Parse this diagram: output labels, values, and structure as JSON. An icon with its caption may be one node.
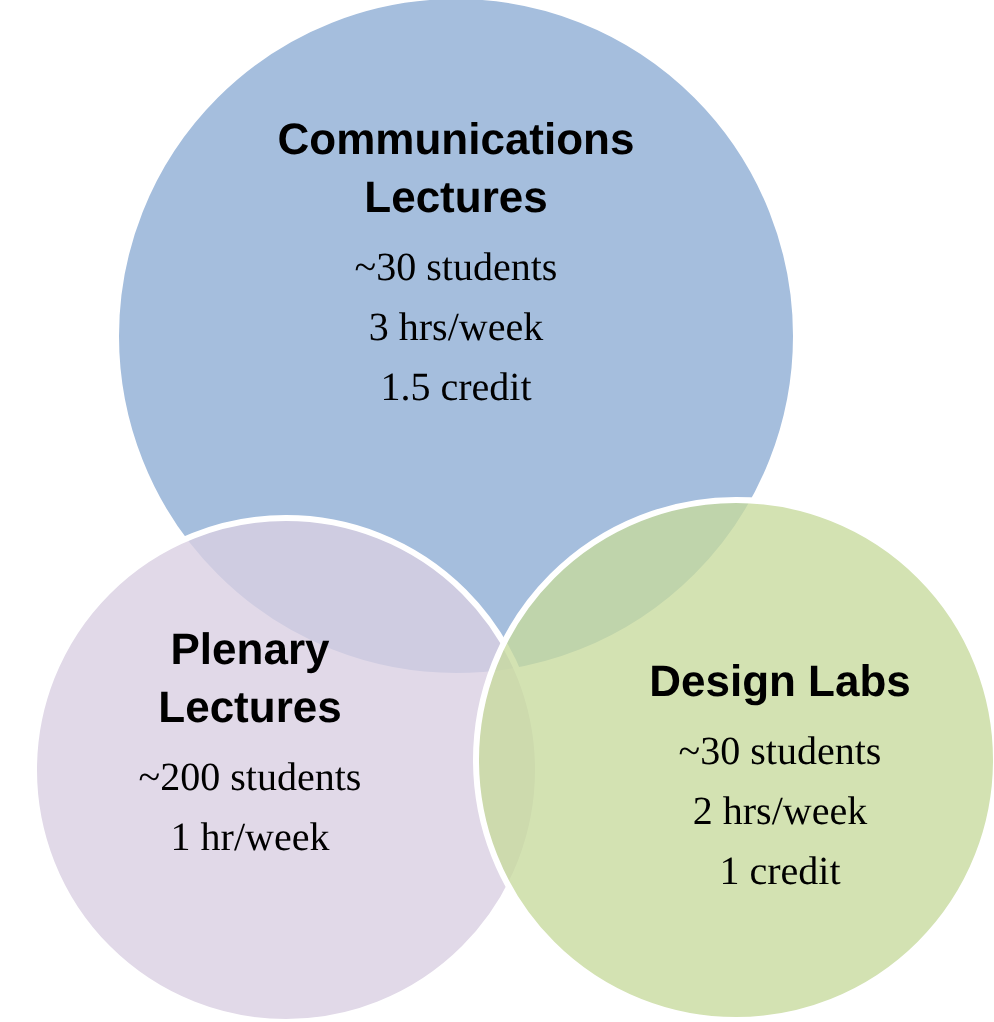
{
  "diagram": {
    "nodes": [
      {
        "text": [
          "Communications Lectures",
          "~30 students",
          "3 hrs/week",
          "1.5 credit"
        ]
      },
      {
        "text": [
          "Plenary Lectures",
          "~200 students",
          "1 hr/week"
        ]
      },
      {
        "text": [
          "Design Labs",
          "~30 students",
          "2 hrs/week",
          "1 credit"
        ]
      }
    ]
  }
}
